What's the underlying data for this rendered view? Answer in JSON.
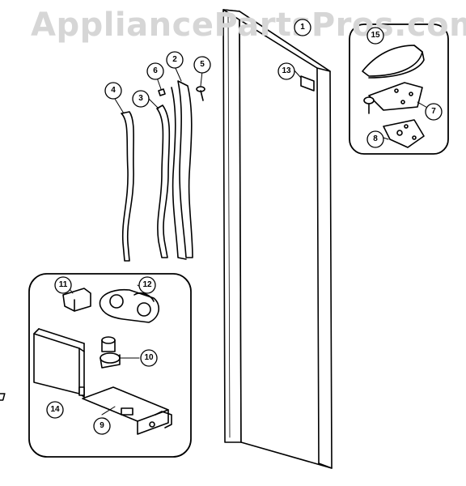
{
  "watermark": "AppliancePartsPros.com",
  "callouts": {
    "c1": "1",
    "c2": "2",
    "c3": "3",
    "c4": "4",
    "c5": "5",
    "c6": "6",
    "c7": "7",
    "c8": "8",
    "c9": "9",
    "c10": "10",
    "c11": "11",
    "c12": "12",
    "c13": "13",
    "c14": "14",
    "c15": "15"
  },
  "colors": {
    "line": "#000000",
    "watermark": "#d6d6d6",
    "background": "#ffffff"
  }
}
